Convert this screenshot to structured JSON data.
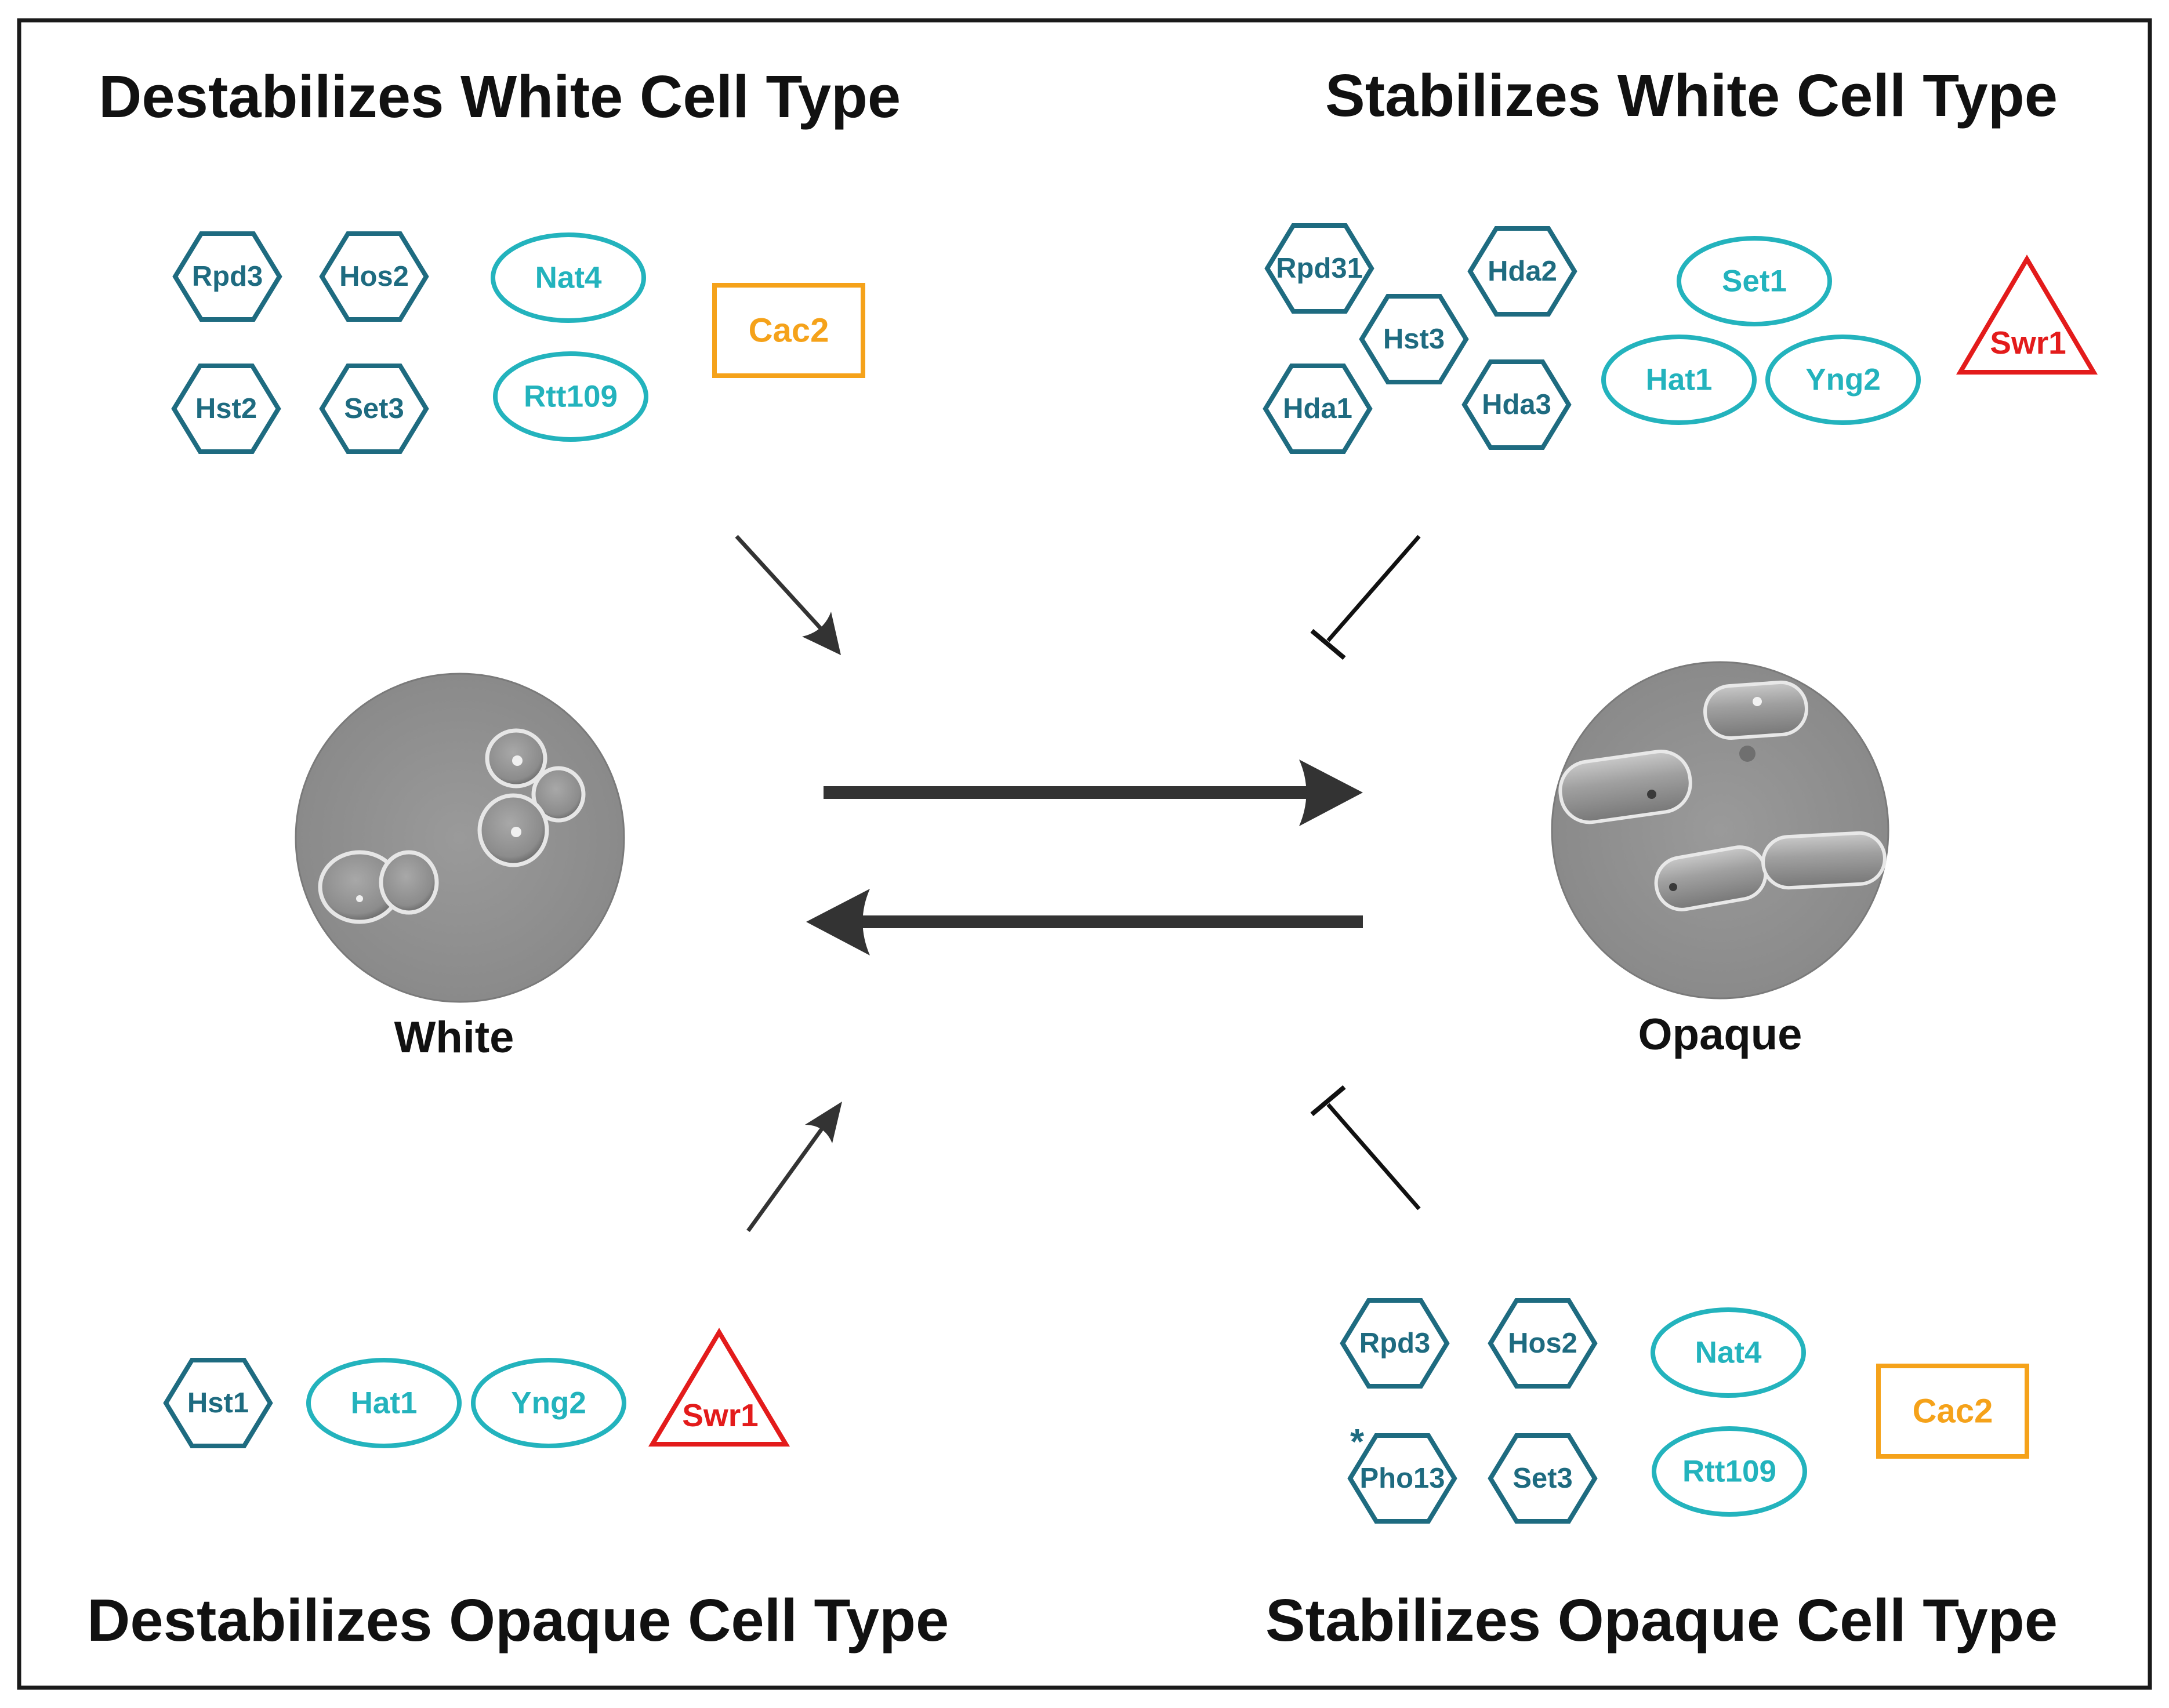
{
  "headings": {
    "top_left": "Destabilizes White Cell Type",
    "top_right": "Stabilizes White Cell Type",
    "bottom_left": "Destabilizes Opaque Cell Type",
    "bottom_right": "Stabilizes Opaque Cell Type"
  },
  "cells": {
    "white": "White",
    "opaque": "Opaque"
  },
  "groups": {
    "destabilizes_white": {
      "hexagons": [
        "Rpd3",
        "Hos2",
        "Hst2",
        "Set3"
      ],
      "ovals": [
        "Nat4",
        "Rtt109"
      ],
      "rectangles": [
        "Cac2"
      ],
      "triangles": []
    },
    "stabilizes_white": {
      "hexagons": [
        "Rpd31",
        "Hda2",
        "Hst3",
        "Hda1",
        "Hda3"
      ],
      "ovals": [
        "Set1",
        "Hat1",
        "Yng2"
      ],
      "rectangles": [],
      "triangles": [
        "Swr1"
      ]
    },
    "destabilizes_opaque": {
      "hexagons": [
        "Hst1"
      ],
      "ovals": [
        "Hat1",
        "Yng2"
      ],
      "rectangles": [],
      "triangles": [
        "Swr1"
      ]
    },
    "stabilizes_opaque": {
      "hexagons": [
        "Rpd3",
        "Hos2",
        "Pho13",
        "Set3"
      ],
      "ovals": [
        "Nat4",
        "Rtt109"
      ],
      "rectangles": [
        "Cac2"
      ],
      "triangles": [],
      "marker": "*"
    }
  },
  "colors": {
    "hexagon": "#1e6b80",
    "oval": "#23b3bd",
    "rectangle": "#f5a21a",
    "triangle": "#e31b1b",
    "arrow": "#333333"
  }
}
